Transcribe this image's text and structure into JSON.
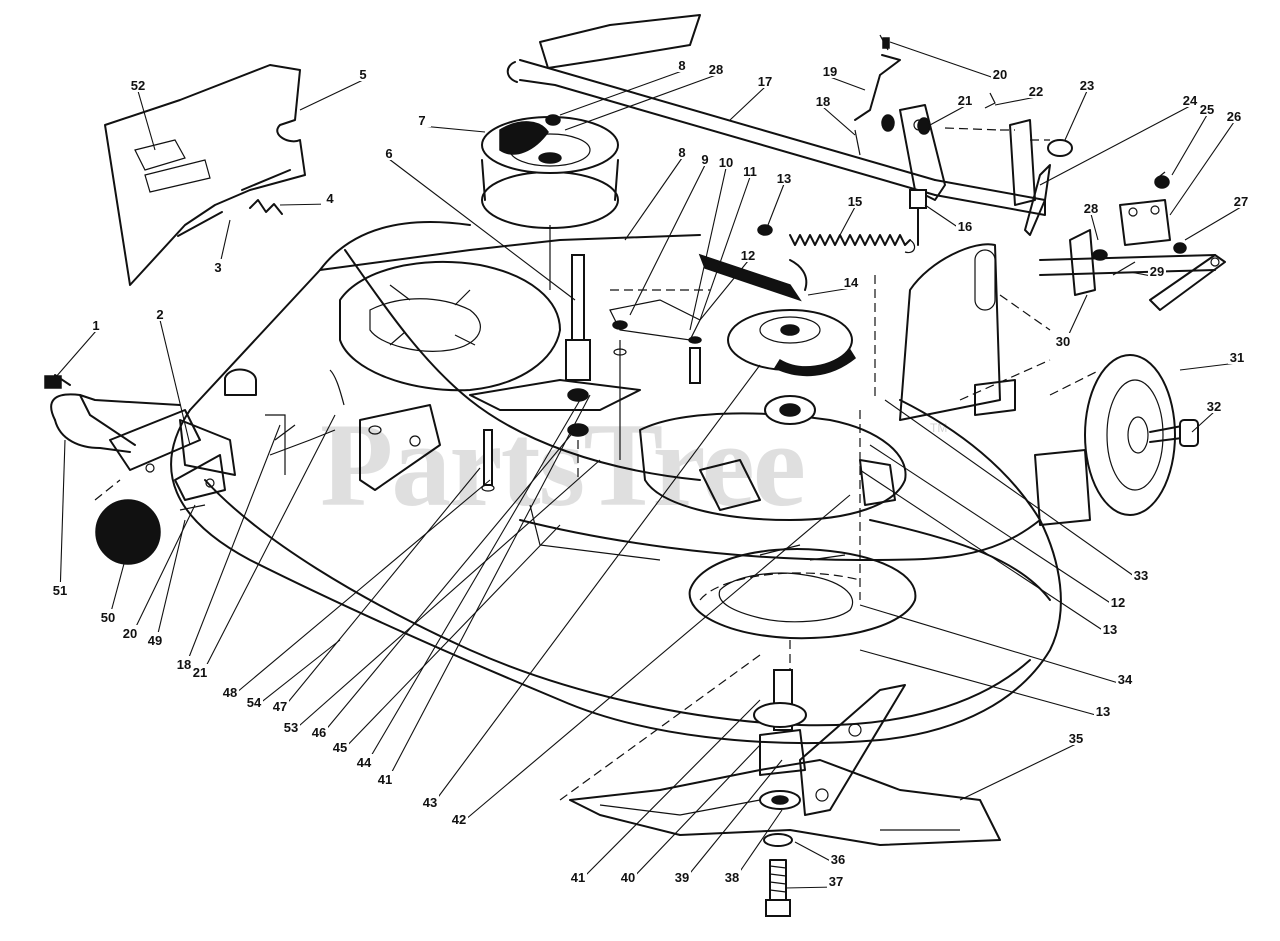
{
  "watermark": {
    "text": "PartsTree",
    "tm": "TM"
  },
  "callouts": [
    "1",
    "2",
    "3",
    "4",
    "5",
    "6",
    "7",
    "8",
    "28",
    "17",
    "19",
    "20",
    "18",
    "21",
    "22",
    "23",
    "24",
    "25",
    "26",
    "8",
    "9",
    "10",
    "11",
    "13",
    "15",
    "16",
    "28",
    "27",
    "29",
    "30",
    "12",
    "14",
    "31",
    "32",
    "33",
    "12",
    "13",
    "34",
    "13",
    "35",
    "36",
    "37",
    "38",
    "39",
    "40",
    "41",
    "42",
    "43",
    "41",
    "44",
    "45",
    "46",
    "53",
    "47",
    "54",
    "48",
    "21",
    "18",
    "49",
    "20",
    "50",
    "51",
    "52"
  ]
}
